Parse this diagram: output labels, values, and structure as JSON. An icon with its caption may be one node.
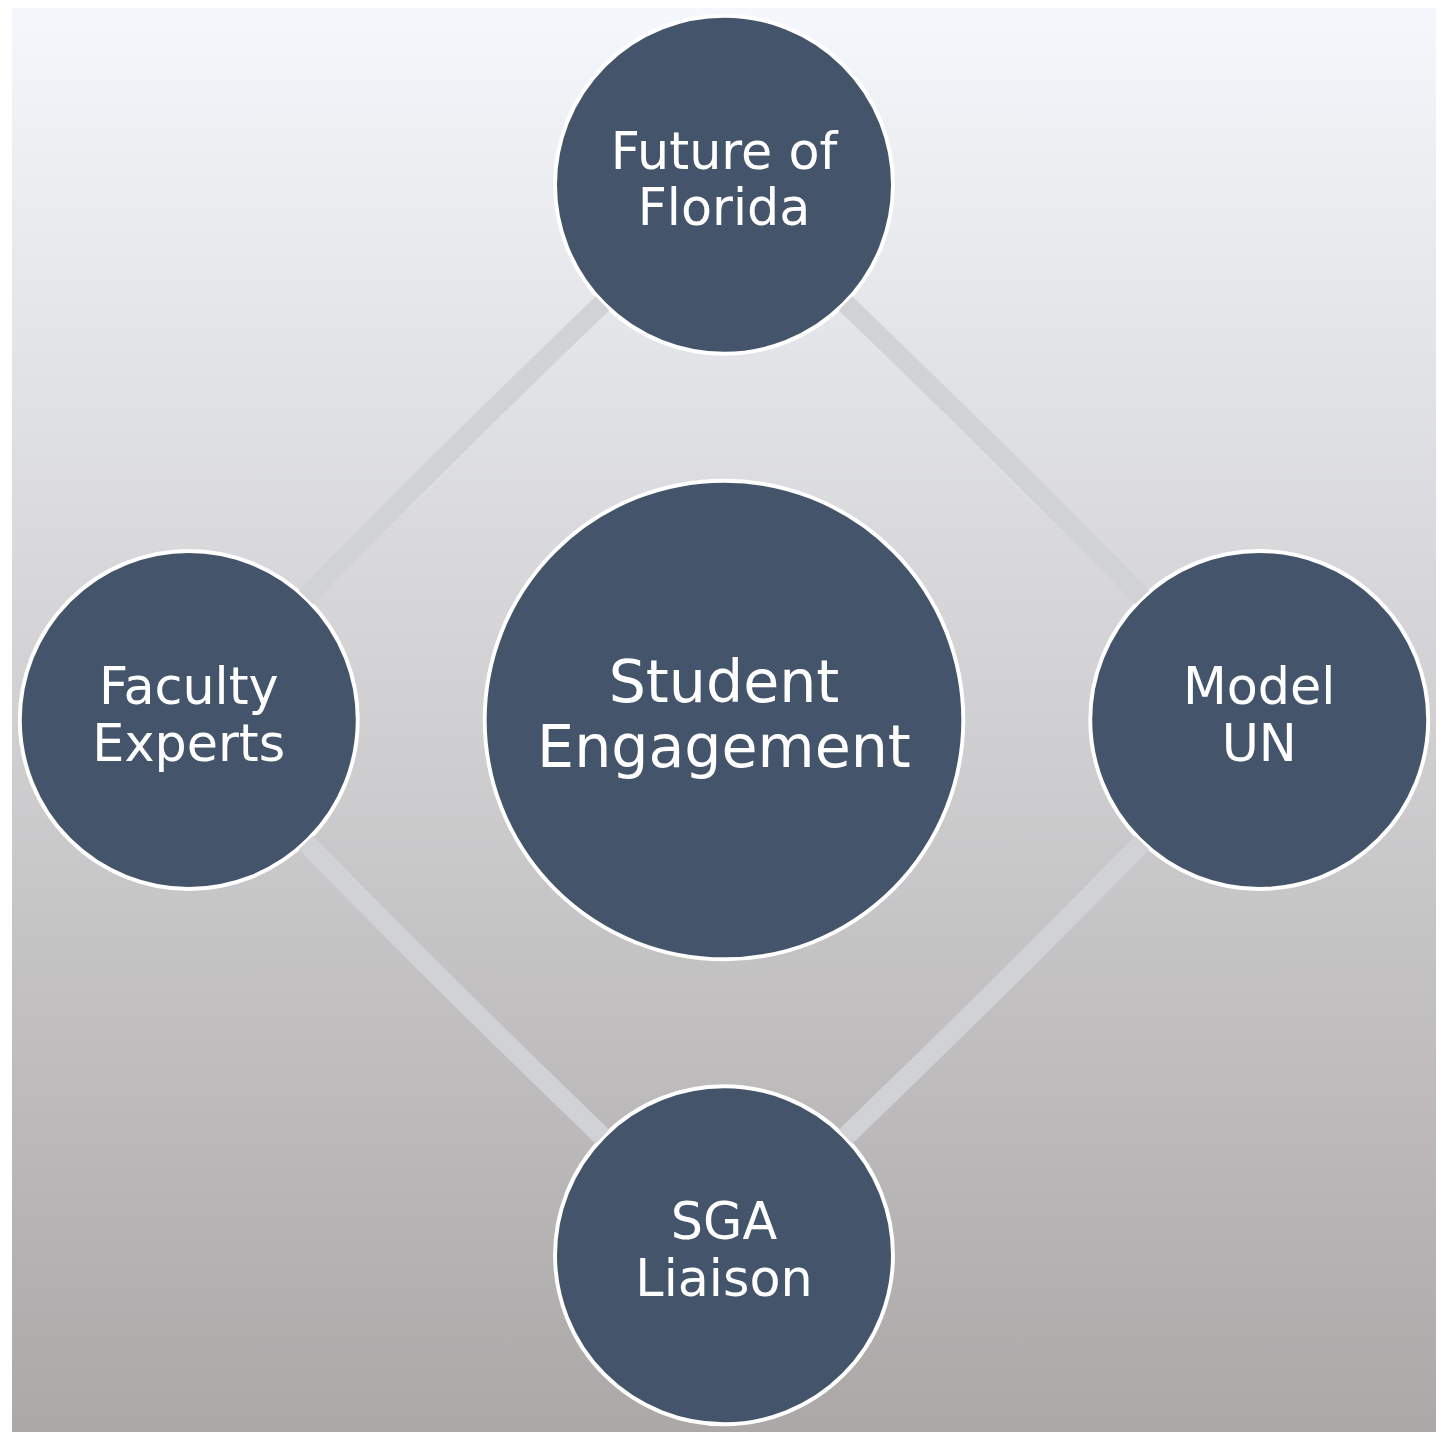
{
  "diagram": {
    "nodes": [
      {
        "text": [
          "Future of Florida"
        ]
      },
      {
        "text": [
          "Faculty Experts"
        ]
      },
      {
        "text": [
          "Student Engagement"
        ]
      },
      {
        "text": [
          "Model UN"
        ]
      },
      {
        "text": [
          "SGA Liaison"
        ]
      }
    ],
    "edges": [
      {
        "from": 0,
        "to": 3,
        "arrow": "none"
      },
      {
        "from": 3,
        "to": 4,
        "arrow": "none"
      },
      {
        "from": 4,
        "to": 1,
        "arrow": "none"
      },
      {
        "from": 1,
        "to": 0,
        "arrow": "none"
      }
    ]
  }
}
